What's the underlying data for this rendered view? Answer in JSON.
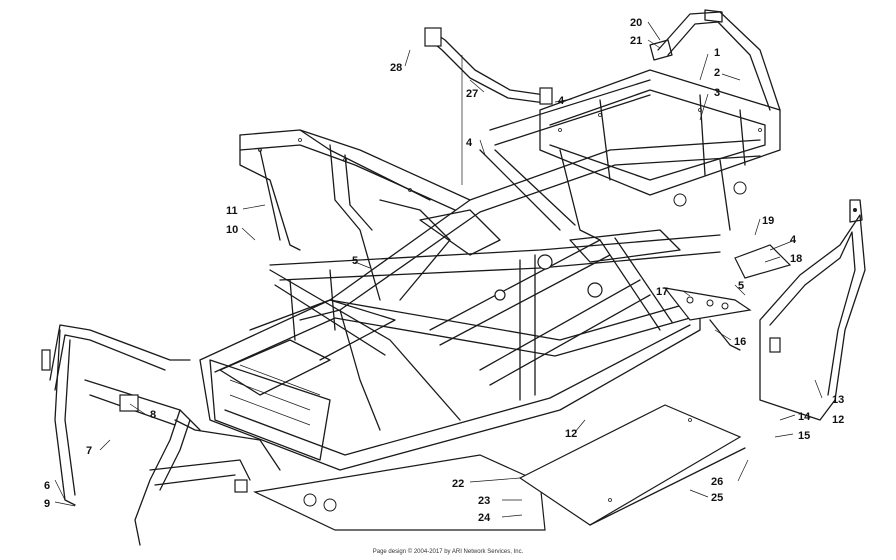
{
  "callouts": [
    {
      "id": "c1",
      "label": "1"
    },
    {
      "id": "c2",
      "label": "2"
    },
    {
      "id": "c3",
      "label": "3"
    },
    {
      "id": "c4a",
      "label": "4"
    },
    {
      "id": "c4b",
      "label": "4"
    },
    {
      "id": "c4c",
      "label": "4"
    },
    {
      "id": "c5a",
      "label": "5"
    },
    {
      "id": "c5b",
      "label": "5"
    },
    {
      "id": "c6",
      "label": "6"
    },
    {
      "id": "c7",
      "label": "7"
    },
    {
      "id": "c8",
      "label": "8"
    },
    {
      "id": "c9",
      "label": "9"
    },
    {
      "id": "c10",
      "label": "10"
    },
    {
      "id": "c11",
      "label": "11"
    },
    {
      "id": "c12a",
      "label": "12"
    },
    {
      "id": "c12b",
      "label": "12"
    },
    {
      "id": "c13",
      "label": "13"
    },
    {
      "id": "c14",
      "label": "14"
    },
    {
      "id": "c15",
      "label": "15"
    },
    {
      "id": "c16",
      "label": "16"
    },
    {
      "id": "c17",
      "label": "17"
    },
    {
      "id": "c18",
      "label": "18"
    },
    {
      "id": "c19",
      "label": "19"
    },
    {
      "id": "c20",
      "label": "20"
    },
    {
      "id": "c21",
      "label": "21"
    },
    {
      "id": "c22",
      "label": "22"
    },
    {
      "id": "c23",
      "label": "23"
    },
    {
      "id": "c24",
      "label": "24"
    },
    {
      "id": "c25",
      "label": "25"
    },
    {
      "id": "c26",
      "label": "26"
    },
    {
      "id": "c27",
      "label": "27"
    },
    {
      "id": "c28",
      "label": "28"
    }
  ],
  "footer": "Page design © 2004-2017 by ARI Network Services, Inc."
}
